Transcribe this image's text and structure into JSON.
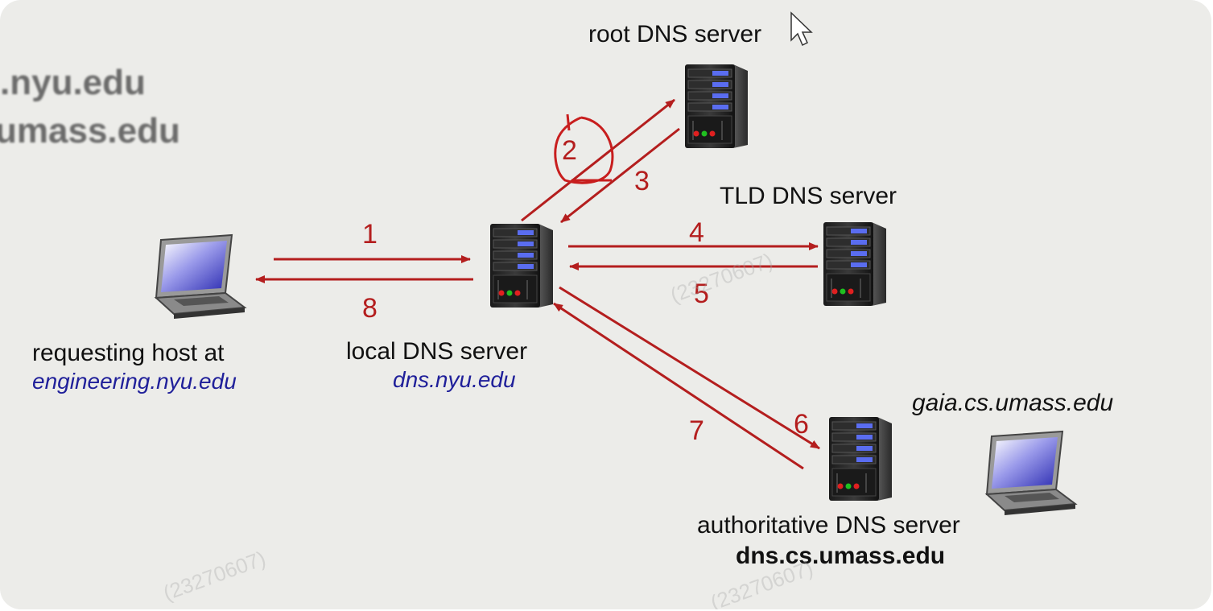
{
  "partial_text": [
    ".nyu.edu",
    "umass.edu"
  ],
  "servers": {
    "root": {
      "label": "root DNS server"
    },
    "tld": {
      "label": "TLD DNS server"
    },
    "local": {
      "label": "local DNS server",
      "hostname": "dns.nyu.edu"
    },
    "authoritative": {
      "label": "authoritative DNS server",
      "hostname": "dns.cs.umass.edu"
    }
  },
  "hosts": {
    "requesting": {
      "label": "requesting host at",
      "hostname": "engineering.nyu.edu"
    },
    "target": {
      "hostname": "gaia.cs.umass.edu"
    }
  },
  "steps": [
    "1",
    "2",
    "3",
    "4",
    "5",
    "6",
    "7",
    "8"
  ],
  "watermark": "(23270607)",
  "colors": {
    "arrow": "#b41e1e",
    "hostname_blue": "#20209a",
    "background": "#ecece9"
  }
}
